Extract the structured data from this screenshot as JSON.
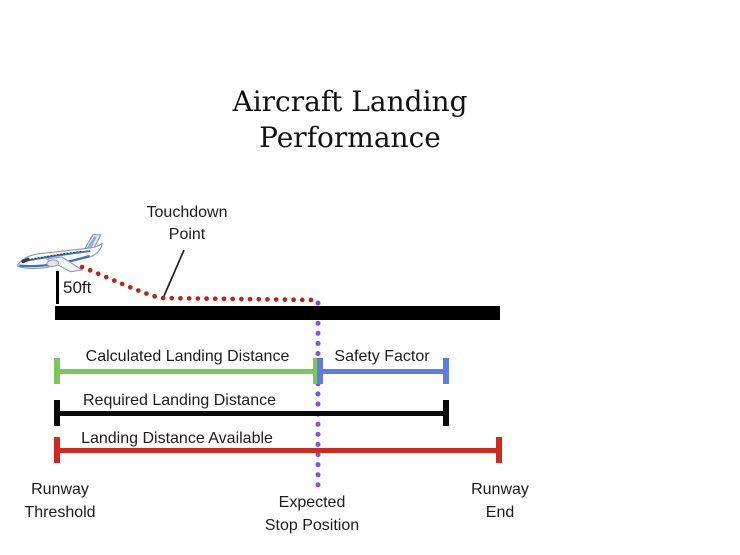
{
  "title": {
    "line1": "Aircraft Landing",
    "line2": "Performance"
  },
  "labels": {
    "altitude": "50ft",
    "touchdown": {
      "line1": "Touchdown",
      "line2": "Point"
    },
    "calculated": "Calculated Landing Distance",
    "safety": "Safety Factor",
    "required": "Required Landing Distance",
    "available": "Landing Distance Available",
    "runway_threshold": {
      "line1": "Runway",
      "line2": "Threshold"
    },
    "expected_stop": {
      "line1": "Expected",
      "line2": "Stop Position"
    },
    "runway_end": {
      "line1": "Runway",
      "line2": "End"
    }
  },
  "segments": [
    {
      "name": "Calculated Landing Distance",
      "from": "Runway Threshold",
      "to": "Expected Stop Position",
      "color_key": "calculated_line"
    },
    {
      "name": "Safety Factor",
      "from": "Expected Stop Position",
      "to": "end of required distance",
      "color_key": "safety_line"
    },
    {
      "name": "Required Landing Distance",
      "from": "Runway Threshold",
      "to": "end of required distance",
      "color_key": "required_line"
    },
    {
      "name": "Landing Distance Available",
      "from": "Runway Threshold",
      "to": "Runway End",
      "color_key": "available_line"
    }
  ],
  "colors": {
    "runway": "#000000",
    "calculated_line": "#7cc660",
    "safety_line": "#5e7ce2",
    "required_line": "#0a0a0a",
    "available_line": "#d02a1e",
    "descent_dots": "#b92318",
    "stop_dots": "#8a4fd3",
    "text": "#1c1c1c"
  }
}
